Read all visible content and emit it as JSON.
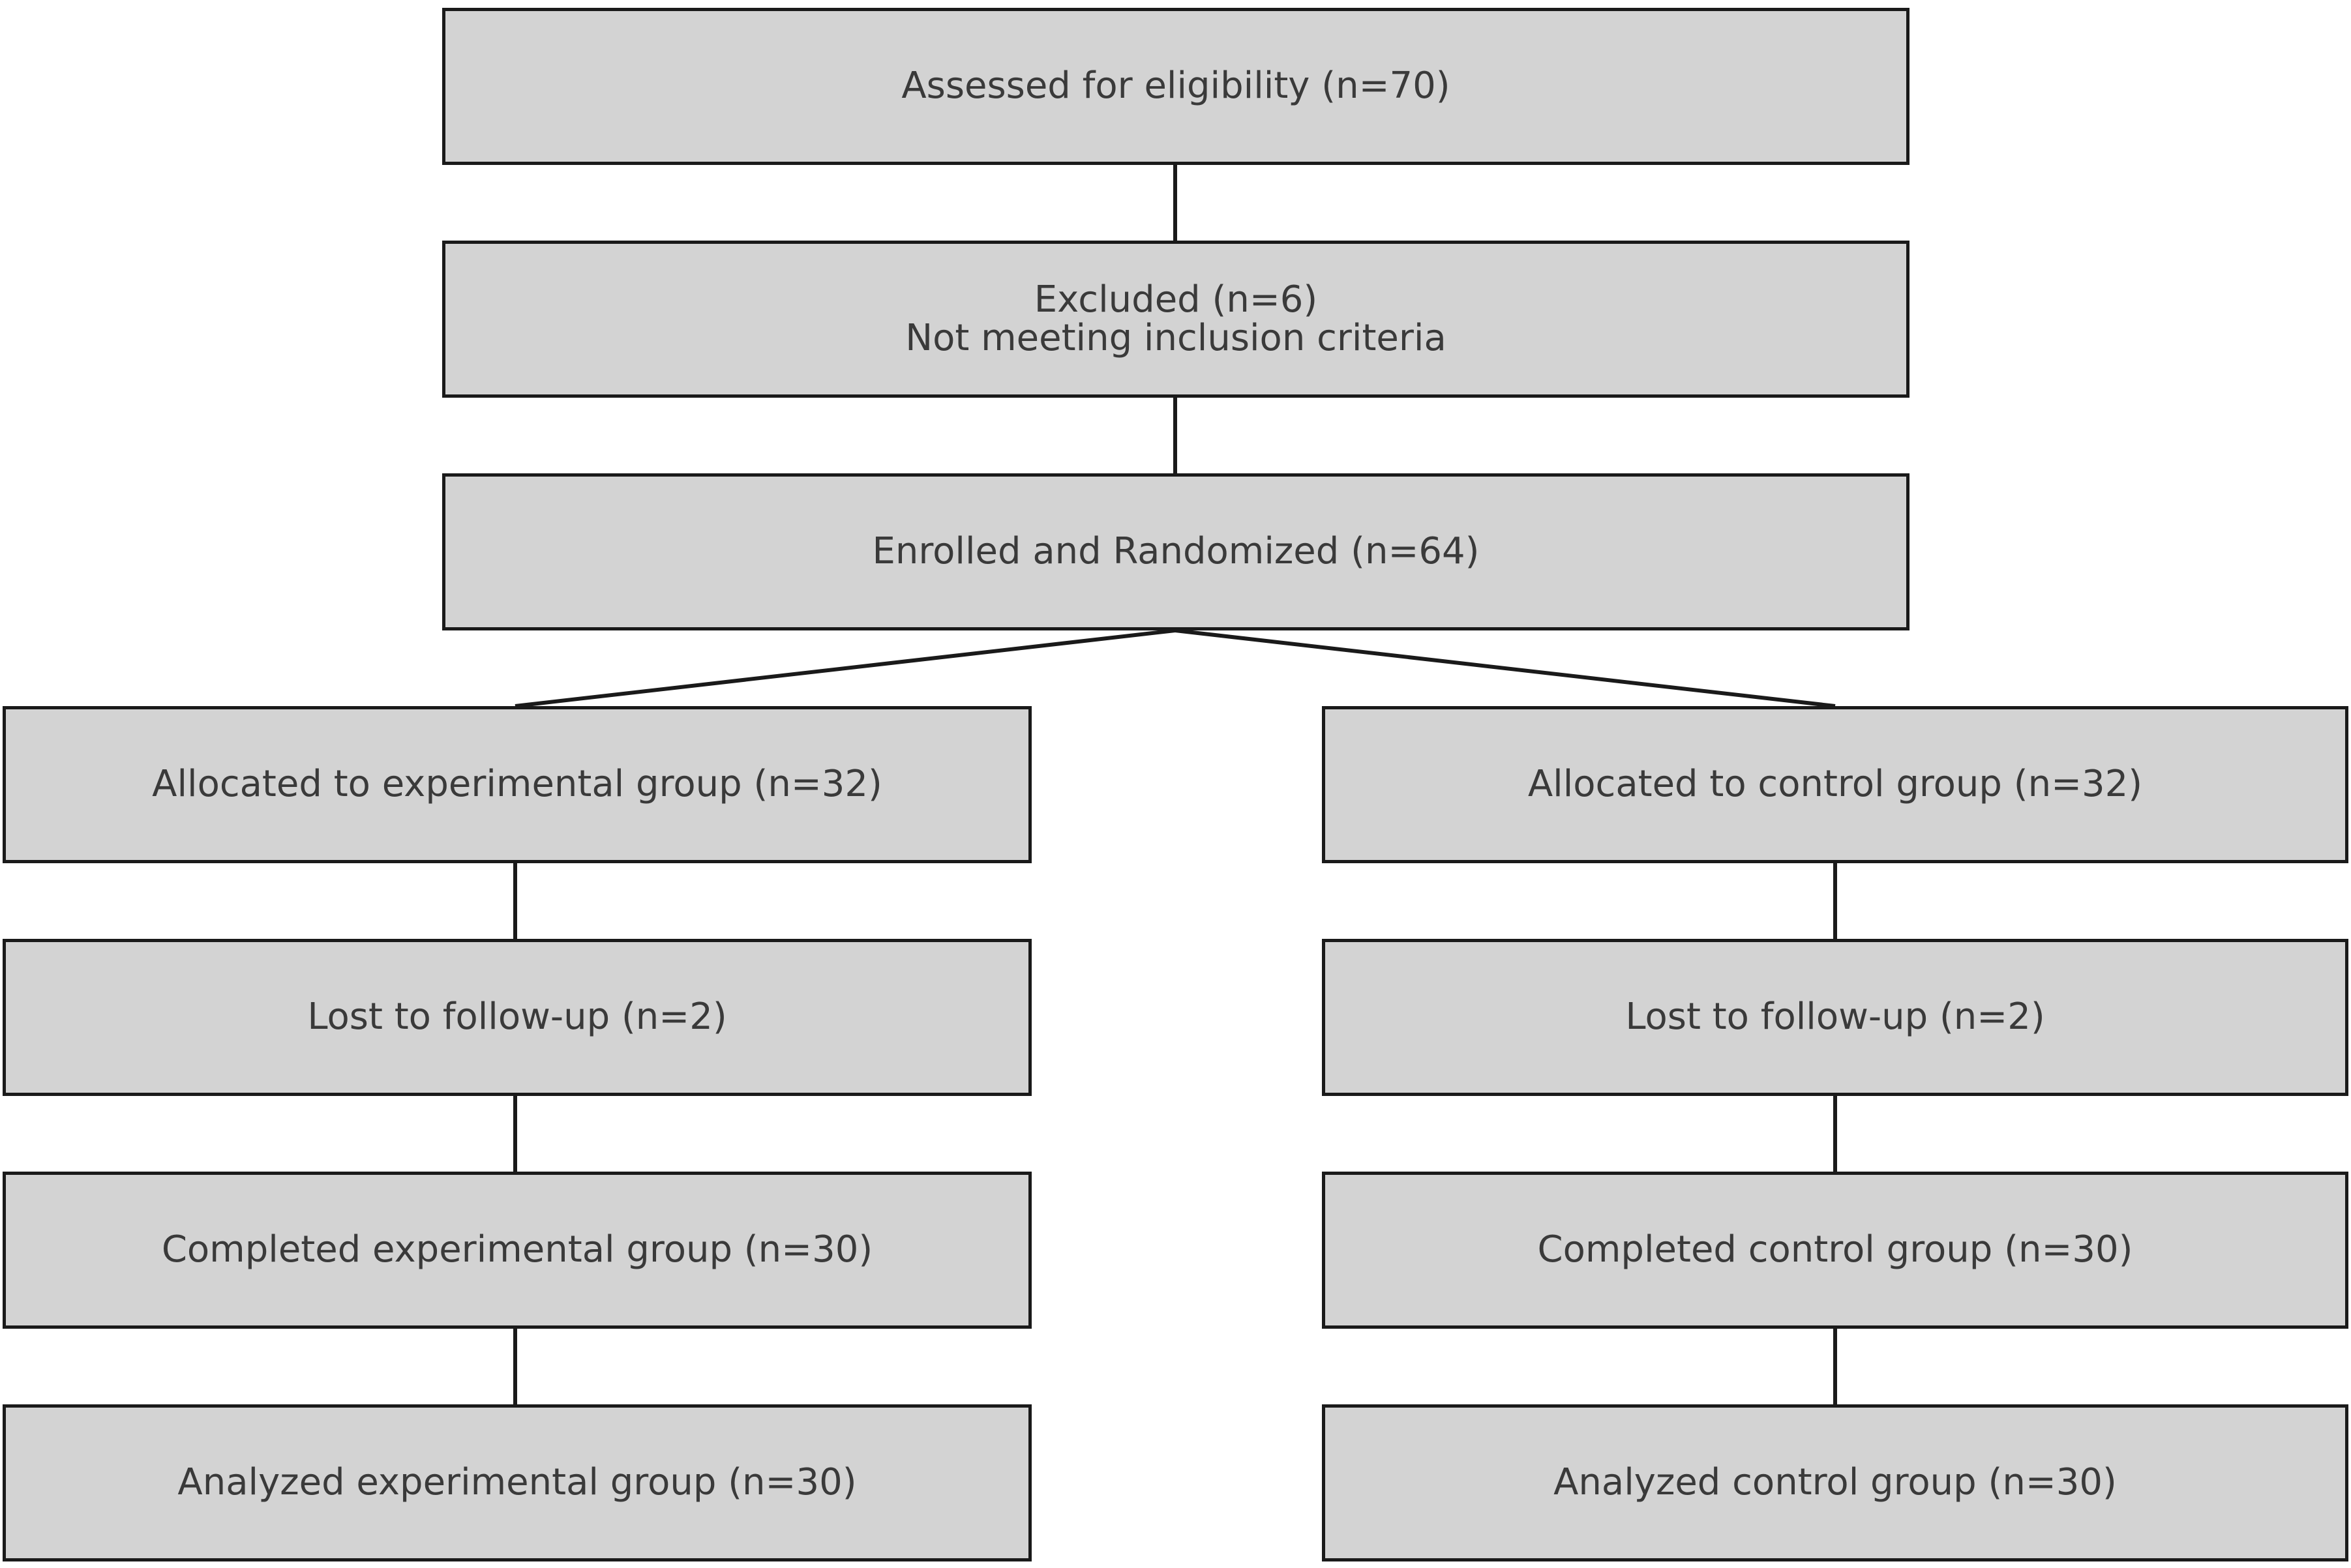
{
  "flowchart": {
    "assessed": {
      "label": "Assessed for eligibility (n=70)"
    },
    "excluded": {
      "line1": "Excluded (n=6)",
      "line2": "Not meeting inclusion criteria"
    },
    "enrolled": {
      "label": "Enrolled and Randomized (n=64)"
    },
    "experimental": {
      "allocated": "Allocated to experimental group (n=32)",
      "lost": "Lost to follow-up (n=2)",
      "completed": "Completed experimental group (n=30)",
      "analyzed": "Analyzed experimental group (n=30)"
    },
    "control": {
      "allocated": "Allocated to control group (n=32)",
      "lost": "Lost to follow-up (n=2)",
      "completed": "Completed control group (n=30)",
      "analyzed": "Analyzed control group (n=30)"
    }
  },
  "colors": {
    "box_fill": "#d3d3d3",
    "box_border": "#1a1a1a",
    "text": "#3a3a3a",
    "connector": "#1a1a1a"
  }
}
